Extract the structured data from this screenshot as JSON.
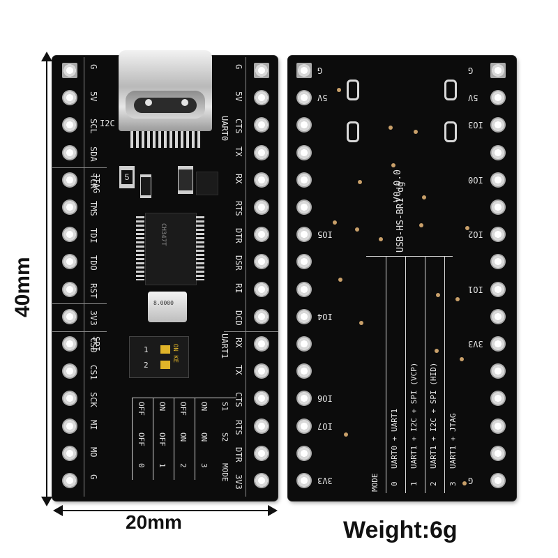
{
  "dimensions": {
    "height_label": "40mm",
    "width_label": "20mm",
    "weight_label": "Weight:6g"
  },
  "front": {
    "left_pins": [
      "G",
      "5V",
      "SCL",
      "SDA",
      "TCK",
      "TMS",
      "TDI",
      "TDO",
      "RST",
      "3V3",
      "CSD",
      "CS1",
      "SCK",
      "MI",
      "MO",
      "G"
    ],
    "right_pins": [
      "G",
      "5V",
      "CTS",
      "TX",
      "RX",
      "RTS",
      "DTR",
      "DSR",
      "RI",
      "DCD",
      "RX",
      "TX",
      "CTS",
      "RTS",
      "DTR",
      "3V3"
    ],
    "group_labels": [
      "I2C",
      "JTAG",
      "SPI",
      "UART0",
      "UART1"
    ],
    "chip_text": "CH347T",
    "crystal_text": "8.0000",
    "switch_text": "ON KE",
    "switch_numbers": [
      "1",
      "2"
    ],
    "resistor_text": "5",
    "table_header": [
      "S1",
      "S2",
      "MODE"
    ],
    "table_rows": [
      [
        "OFF",
        "OFF",
        "0"
      ],
      [
        "ON",
        "OFF",
        "1"
      ],
      [
        "OFF",
        "ON",
        "2"
      ],
      [
        "ON",
        "ON",
        "3"
      ]
    ]
  },
  "back": {
    "left_labels": [
      "G",
      "5V",
      "IO5",
      "IO4",
      "IO6",
      "IO7",
      "3V3"
    ],
    "right_labels": [
      "G",
      "5V",
      "IO3",
      "IO0",
      "IO2",
      "IO1",
      "3V3",
      "G"
    ],
    "version": "V0.0.0",
    "model": "USB-HS-BR1 dg",
    "mode_header": "MODE",
    "mode_rows": [
      {
        "mode": "0",
        "text": "UART0 + UART1"
      },
      {
        "mode": "1",
        "text": "UART1 + I2C + SPI (VCP)"
      },
      {
        "mode": "2",
        "text": "UART1 + I2C + SPI (HID)"
      },
      {
        "mode": "3",
        "text": "UART1 + JTAG"
      }
    ]
  },
  "colors": {
    "board": "#0c0c0c",
    "silk": "#e6e6e6",
    "pad": "#d9d9d9"
  }
}
